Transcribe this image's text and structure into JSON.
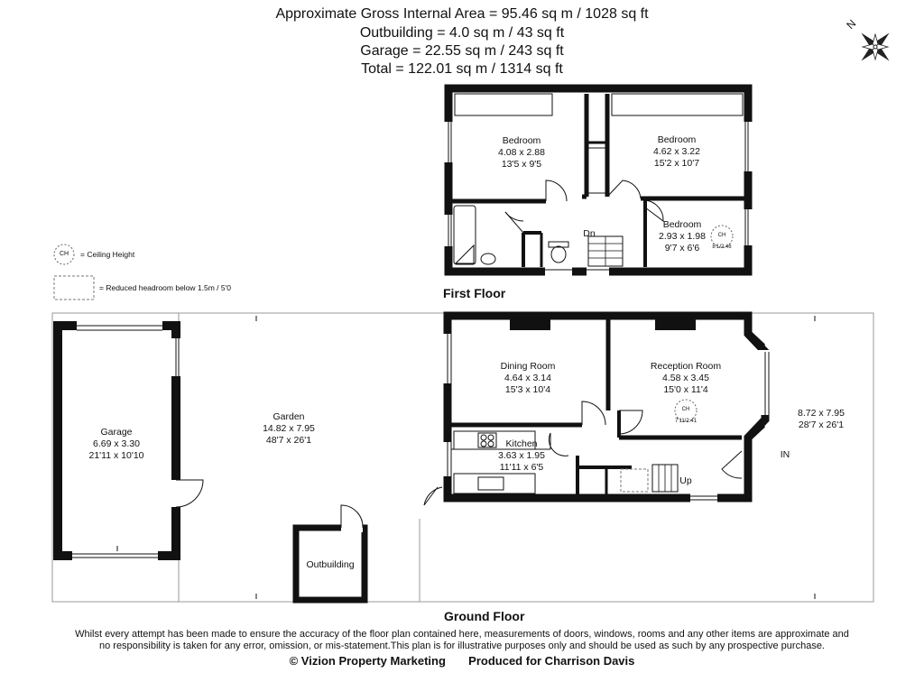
{
  "areas": [
    "Approximate Gross Internal Area = 95.46 sq m / 1028 sq ft",
    "Outbuilding = 4.0 sq m / 43 sq ft",
    "Garage = 22.55 sq m / 243 sq ft",
    "Total = 122.01 sq m / 1314 sq ft"
  ],
  "compass": {
    "letter": "N",
    "icon": "compass-rose-icon"
  },
  "legend": {
    "ch_symbol": "CH",
    "ch_text": "= Ceiling Height",
    "reduced_text": "= Reduced headroom below 1.5m / 5'0"
  },
  "floors": {
    "first": "First Floor",
    "ground": "Ground Floor"
  },
  "rooms": {
    "bed1": {
      "name": "Bedroom",
      "metric": "4.08 x 2.88",
      "imperial": "13'5 x 9'5"
    },
    "bed2": {
      "name": "Bedroom",
      "metric": "4.62 x 3.22",
      "imperial": "15'2 x 10'7"
    },
    "bed3": {
      "name": "Bedroom",
      "metric": "2.93 x 1.98",
      "imperial": "9'7 x 6'6",
      "ch": "CH",
      "ch_value": "8'1/2.46"
    },
    "dining": {
      "name": "Dining Room",
      "metric": "4.64 x 3.14",
      "imperial": "15'3 x 10'4"
    },
    "reception": {
      "name": "Reception Room",
      "metric": "4.58 x 3.45",
      "imperial": "15'0 x 11'4",
      "ch": "CH",
      "ch_value": "7'11/2.41"
    },
    "kitchen": {
      "name": "Kitchen",
      "metric": "3.63 x 1.95",
      "imperial": "11'11 x 6'5"
    },
    "garage": {
      "name": "Garage",
      "metric": "6.69 x 3.30",
      "imperial": "21'11 x 10'10"
    },
    "garden": {
      "name": "Garden",
      "metric": "14.82 x 7.95",
      "imperial": "48'7 x 26'1"
    },
    "front": {
      "metric": "8.72 x 7.95",
      "imperial": "28'7 x 26'1"
    },
    "outbuilding": {
      "name": "Outbuilding"
    }
  },
  "stairs": {
    "down": "Dn",
    "up": "Up",
    "entrance": "IN"
  },
  "disclaimer": [
    "Whilst every attempt has been made to ensure the accuracy of the floor plan contained here, measurements of doors, windows, rooms and any other items are approximate and",
    "no responsibility is taken for any error, omission, or mis-statement.This plan is for illustrative purposes only and should be used as such by any prospective purchase."
  ],
  "credits": {
    "marketing": "© Vizion Property Marketing",
    "produced": "Produced for Charrison Davis"
  }
}
